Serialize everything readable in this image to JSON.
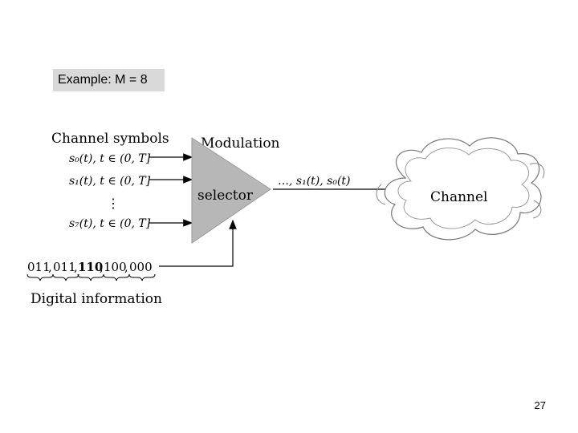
{
  "example_label": "Example: M = 8",
  "page_number": "27",
  "labels": {
    "channel_symbols": "Channel symbols",
    "modulation": "Modulation",
    "selector": "selector",
    "channel": "Channel",
    "digital_information": "Digital information",
    "output_sequence": "…, s₁(t), s₀(t)",
    "vertical_dots": "⋮"
  },
  "symbols": [
    "s₀(t), t ∈ (0, T]",
    "s₁(t), t ∈ (0, T]",
    "s₇(t), t ∈ (0, T]"
  ],
  "bit_groups": [
    "011",
    "011",
    "110",
    "100",
    "000"
  ],
  "bit_group_separators": [
    ",",
    ",",
    ",",
    ","
  ]
}
